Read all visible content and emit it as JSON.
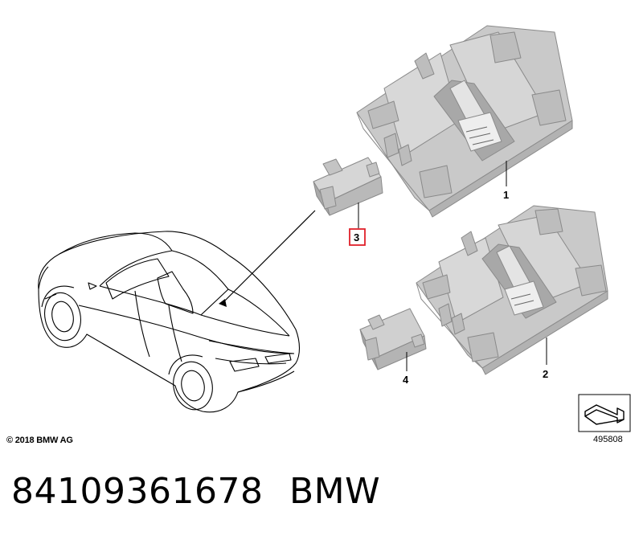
{
  "diagram": {
    "callouts": [
      {
        "id": "part-1",
        "label": "1"
      },
      {
        "id": "part-2",
        "label": "2"
      },
      {
        "id": "part-3",
        "label": "3",
        "highlighted": true
      },
      {
        "id": "part-4",
        "label": "4"
      }
    ],
    "highlight_color": "#e0202a",
    "part_color": "#c9c9c9",
    "part_edge_color": "#8a8a8a",
    "outline_color": "#000000"
  },
  "footer": {
    "copyright": "© 2018 BMW AG",
    "diagram_number": "495808"
  },
  "caption": {
    "part_number": "84109361678",
    "brand": "BMW"
  }
}
